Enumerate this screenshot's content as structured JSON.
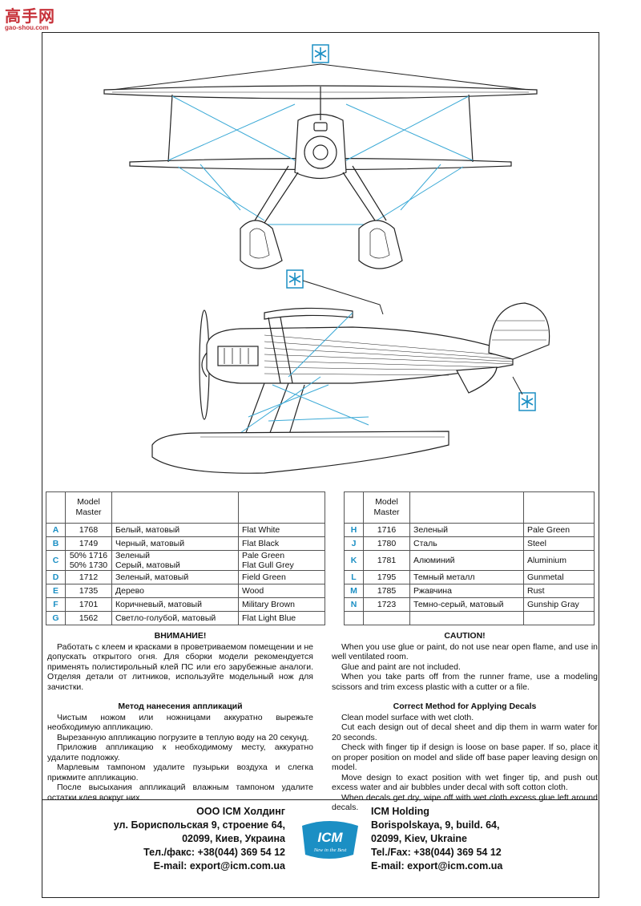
{
  "watermark": {
    "brand": "高手网",
    "url": "gao-shou.com"
  },
  "colors": {
    "accent": "#1b8fc4",
    "line": "#222222",
    "watermark": "#c7323a"
  },
  "icons": [
    "snowflake-marker-icon",
    "icm-logo",
    "biplane-front-view",
    "biplane-side-view"
  ],
  "table": {
    "header": {
      "code": "Model Master"
    },
    "rows": [
      {
        "l": {
          "letter": "A",
          "code": [
            "1768"
          ],
          "ru": [
            "Белый, матовый"
          ],
          "en": [
            "Flat White"
          ]
        },
        "r": {
          "letter": "H",
          "code": [
            "1716"
          ],
          "ru": [
            "Зеленый"
          ],
          "en": [
            "Pale Green"
          ]
        }
      },
      {
        "l": {
          "letter": "B",
          "code": [
            "1749"
          ],
          "ru": [
            "Черный, матовый"
          ],
          "en": [
            "Flat Black"
          ]
        },
        "r": {
          "letter": "J",
          "code": [
            "1780"
          ],
          "ru": [
            "Сталь"
          ],
          "en": [
            "Steel"
          ]
        }
      },
      {
        "l": {
          "letter": "C",
          "code": [
            "50% 1716",
            "50% 1730"
          ],
          "ru": [
            "Зеленый",
            "Серый, матовый"
          ],
          "en": [
            "Pale Green",
            "Flat Gull Grey"
          ]
        },
        "r": {
          "letter": "K",
          "code": [
            "1781"
          ],
          "ru": [
            "Алюминий"
          ],
          "en": [
            "Aluminium"
          ]
        }
      },
      {
        "l": {
          "letter": "D",
          "code": [
            "1712"
          ],
          "ru": [
            "Зеленый, матовый"
          ],
          "en": [
            "Field Green"
          ]
        },
        "r": {
          "letter": "L",
          "code": [
            "1795"
          ],
          "ru": [
            "Темный металл"
          ],
          "en": [
            "Gunmetal"
          ]
        }
      },
      {
        "l": {
          "letter": "E",
          "code": [
            "1735"
          ],
          "ru": [
            "Дерево"
          ],
          "en": [
            "Wood"
          ]
        },
        "r": {
          "letter": "M",
          "code": [
            "1785"
          ],
          "ru": [
            "Ржавчина"
          ],
          "en": [
            "Rust"
          ]
        }
      },
      {
        "l": {
          "letter": "F",
          "code": [
            "1701"
          ],
          "ru": [
            "Коричневый, матовый"
          ],
          "en": [
            "Military Brown"
          ]
        },
        "r": {
          "letter": "N",
          "code": [
            "1723"
          ],
          "ru": [
            "Темно-серый, матовый"
          ],
          "en": [
            "Gunship Gray"
          ]
        }
      },
      {
        "l": {
          "letter": "G",
          "code": [
            "1562"
          ],
          "ru": [
            "Светло-голубой, матовый"
          ],
          "en": [
            "Flat Light Blue"
          ]
        },
        "r": {
          "letter": "",
          "code": [
            ""
          ],
          "ru": [
            ""
          ],
          "en": [
            ""
          ]
        }
      }
    ]
  },
  "ru": {
    "attention_title": "ВНИМАНИЕ!",
    "attention_paras": [
      "Работать с клеем и красками в проветриваемом помещении и не допускать открытого огня. Для сборки модели рекомендуется применять полистирольный клей ПС или его зарубежные аналоги. Отделяя детали от литников, используйте модельный нож для зачистки."
    ],
    "decals_title": "Метод нанесения аппликаций",
    "decals_paras": [
      "Чистым ножом или ножницами аккуратно вырежьте необходимую аппликацию.",
      "Вырезанную аппликацию погрузите в теплую воду на 20 секунд.",
      "Приложив аппликацию к необходимому месту, аккуратно удалите подложку.",
      "Марлевым тампоном удалите пузырьки воздуха и слегка прижмите аппликацию.",
      "После высыхания аппликаций влажным тампоном удалите остатки клея вокруг них."
    ]
  },
  "en": {
    "attention_title": "CAUTION!",
    "attention_paras": [
      "When you use glue or paint, do not use near open flame, and use in well ventilated room.",
      "Glue and paint are not included.",
      "When you take parts off from the runner frame, use a modeling scissors and trim excess plastic with a cutter or a file."
    ],
    "decals_title": "Correct Method for Applying Decals",
    "decals_paras": [
      "Clean model surface with wet cloth.",
      "Cut each design out of decal sheet and dip them in warm water for 20 seconds.",
      "Check with finger tip if design is loose on base paper. If so, place it on proper position on model and slide off base paper leaving design on model.",
      "Move design to exact position with wet finger tip, and push out excess water and air bubbles under decal with soft cotton cloth.",
      "When decals get dry, wipe off with wet cloth excess glue left around decals."
    ]
  },
  "footer": {
    "ru": [
      "ООО ICM Холдинг",
      "ул. Бориспольская 9, строение 64,",
      "02099, Киев, Украина",
      "Тел./факс: +38(044) 369 54 12",
      "E-mail: export@icm.com.ua"
    ],
    "en": [
      "ICM Holding",
      "Borispolskaya, 9, build. 64,",
      "02099, Kiev, Ukraine",
      "Tel./Fax: +38(044) 369 54 12",
      "E-mail: export@icm.com.ua"
    ]
  },
  "logo": {
    "name": "ICM",
    "tagline": "New in the Best"
  }
}
